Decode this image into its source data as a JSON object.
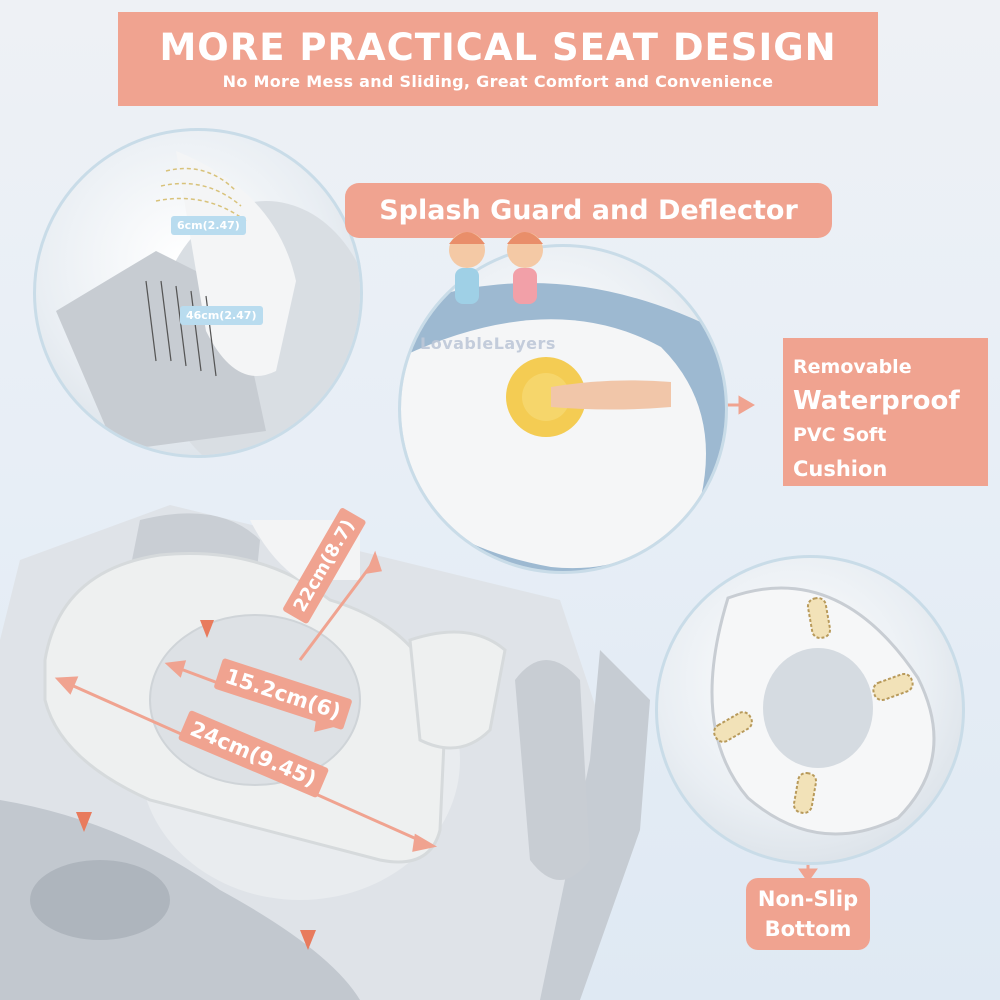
{
  "banner": {
    "title": "MORE PRACTICAL SEAT DESIGN",
    "subtitle": "No More Mess and Sliding, Great Comfort and Convenience"
  },
  "splash_label": "Splash Guard and Deflector",
  "splash_dims": {
    "top": "6cm(2.47)",
    "bottom": "46cm(2.47)"
  },
  "watermark": "LovableLayers",
  "cushion": {
    "line1": "Removable",
    "line2": "Waterproof",
    "line3": "PVC Soft",
    "line4": "Cushion"
  },
  "seat_dims": {
    "depth": "22cm(8.7)",
    "inner_width": "15.2cm(6)",
    "outer_width": "24cm(9.45)"
  },
  "nonslip": {
    "line1": "Non-Slip",
    "line2": "Bottom"
  },
  "colors": {
    "accent": "#f0a390",
    "circle_border": "#c9dce8",
    "light_blue_tag": "#b9dcef"
  }
}
